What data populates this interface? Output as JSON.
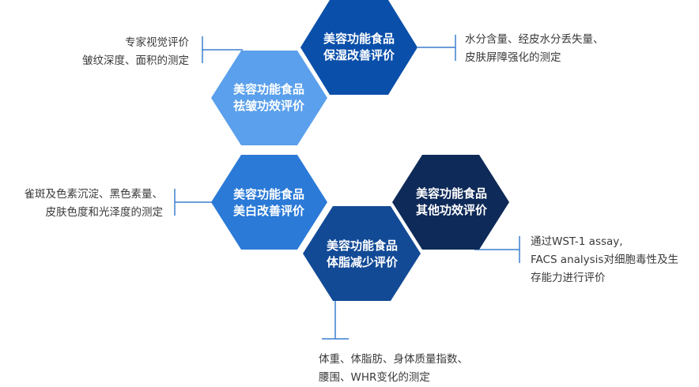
{
  "colors": {
    "hex_moisture": "#0a4faa",
    "hex_wrinkle": "#5ba0ec",
    "hex_whitening": "#2b7ad7",
    "hex_body_fat": "#124a96",
    "hex_other": "#0e2a58",
    "connector": "#3b7fce",
    "text": "#3a3a3a"
  },
  "categories": [
    {
      "id": "moisture",
      "title_line1": "美容功能食品",
      "title_line2": "保湿改善评价",
      "desc_line1": "水分含量、经皮水分丢失量、",
      "desc_line2": "皮肤屏障强化的测定"
    },
    {
      "id": "wrinkle",
      "title_line1": "美容功能食品",
      "title_line2": "祛皱功效评价",
      "desc_line1": "专家视觉评价",
      "desc_line2": "皱纹深度、面积的测定"
    },
    {
      "id": "whitening",
      "title_line1": "美容功能食品",
      "title_line2": "美白改善评价",
      "desc_line1": "雀斑及色素沉淀、黑色素量、",
      "desc_line2": "皮肤色度和光泽度的测定"
    },
    {
      "id": "other",
      "title_line1": "美容功能食品",
      "title_line2": "其他功效评价",
      "desc_line1": "通过WST-1 assay,",
      "desc_line2": "FACS analysis对细胞毒性及生",
      "desc_line3": "存能力进行评价"
    },
    {
      "id": "body_fat",
      "title_line1": "美容功能食品",
      "title_line2": "体脂减少评价",
      "desc_line1": "体重、体脂肪、身体质量指数、",
      "desc_line2": "腰围、WHR变化的测定"
    }
  ]
}
